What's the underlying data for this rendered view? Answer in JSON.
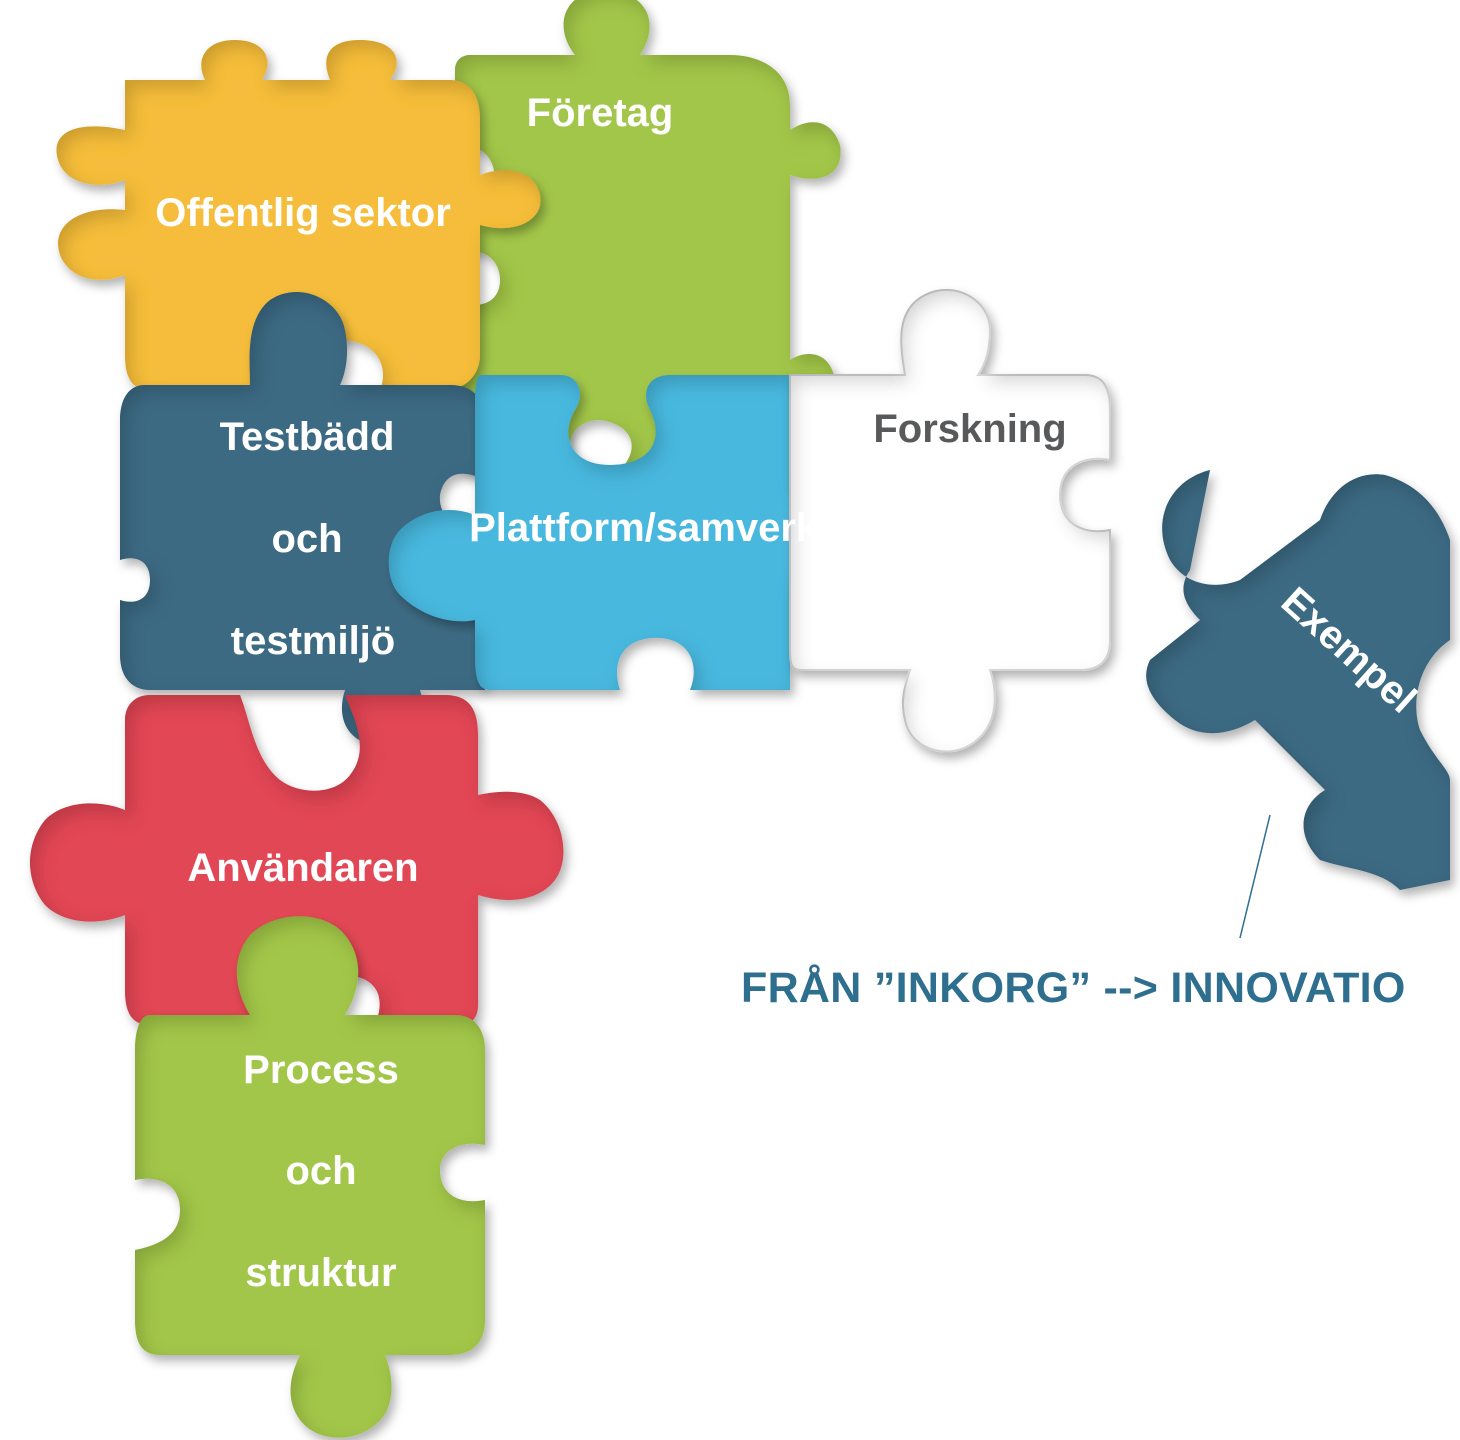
{
  "pieces": {
    "foretag": {
      "label": "Företag",
      "color": "#a2c64a"
    },
    "offentlig": {
      "label": "Offentlig sektor",
      "color": "#f5bd3b"
    },
    "testbadd": {
      "lines": [
        "Testbädd",
        "och",
        "testmiljö"
      ],
      "color": "#3e6a83"
    },
    "plattform": {
      "label": "Plattform/samverkan",
      "color": "#4ab8de"
    },
    "forskning": {
      "label": "Forskning",
      "color": "#ffffff",
      "text_color": "#58595b"
    },
    "exempel": {
      "label": "Exempel",
      "color": "#3e6a83"
    },
    "anvandaren": {
      "label": "Användaren",
      "color": "#e24655"
    },
    "process": {
      "lines": [
        "Process",
        "och",
        "struktur"
      ],
      "color": "#a2c64a"
    }
  },
  "banner": {
    "text": "FRÅN ”INKORG” --> INNOVATIO",
    "color": "#2e6e8e"
  }
}
